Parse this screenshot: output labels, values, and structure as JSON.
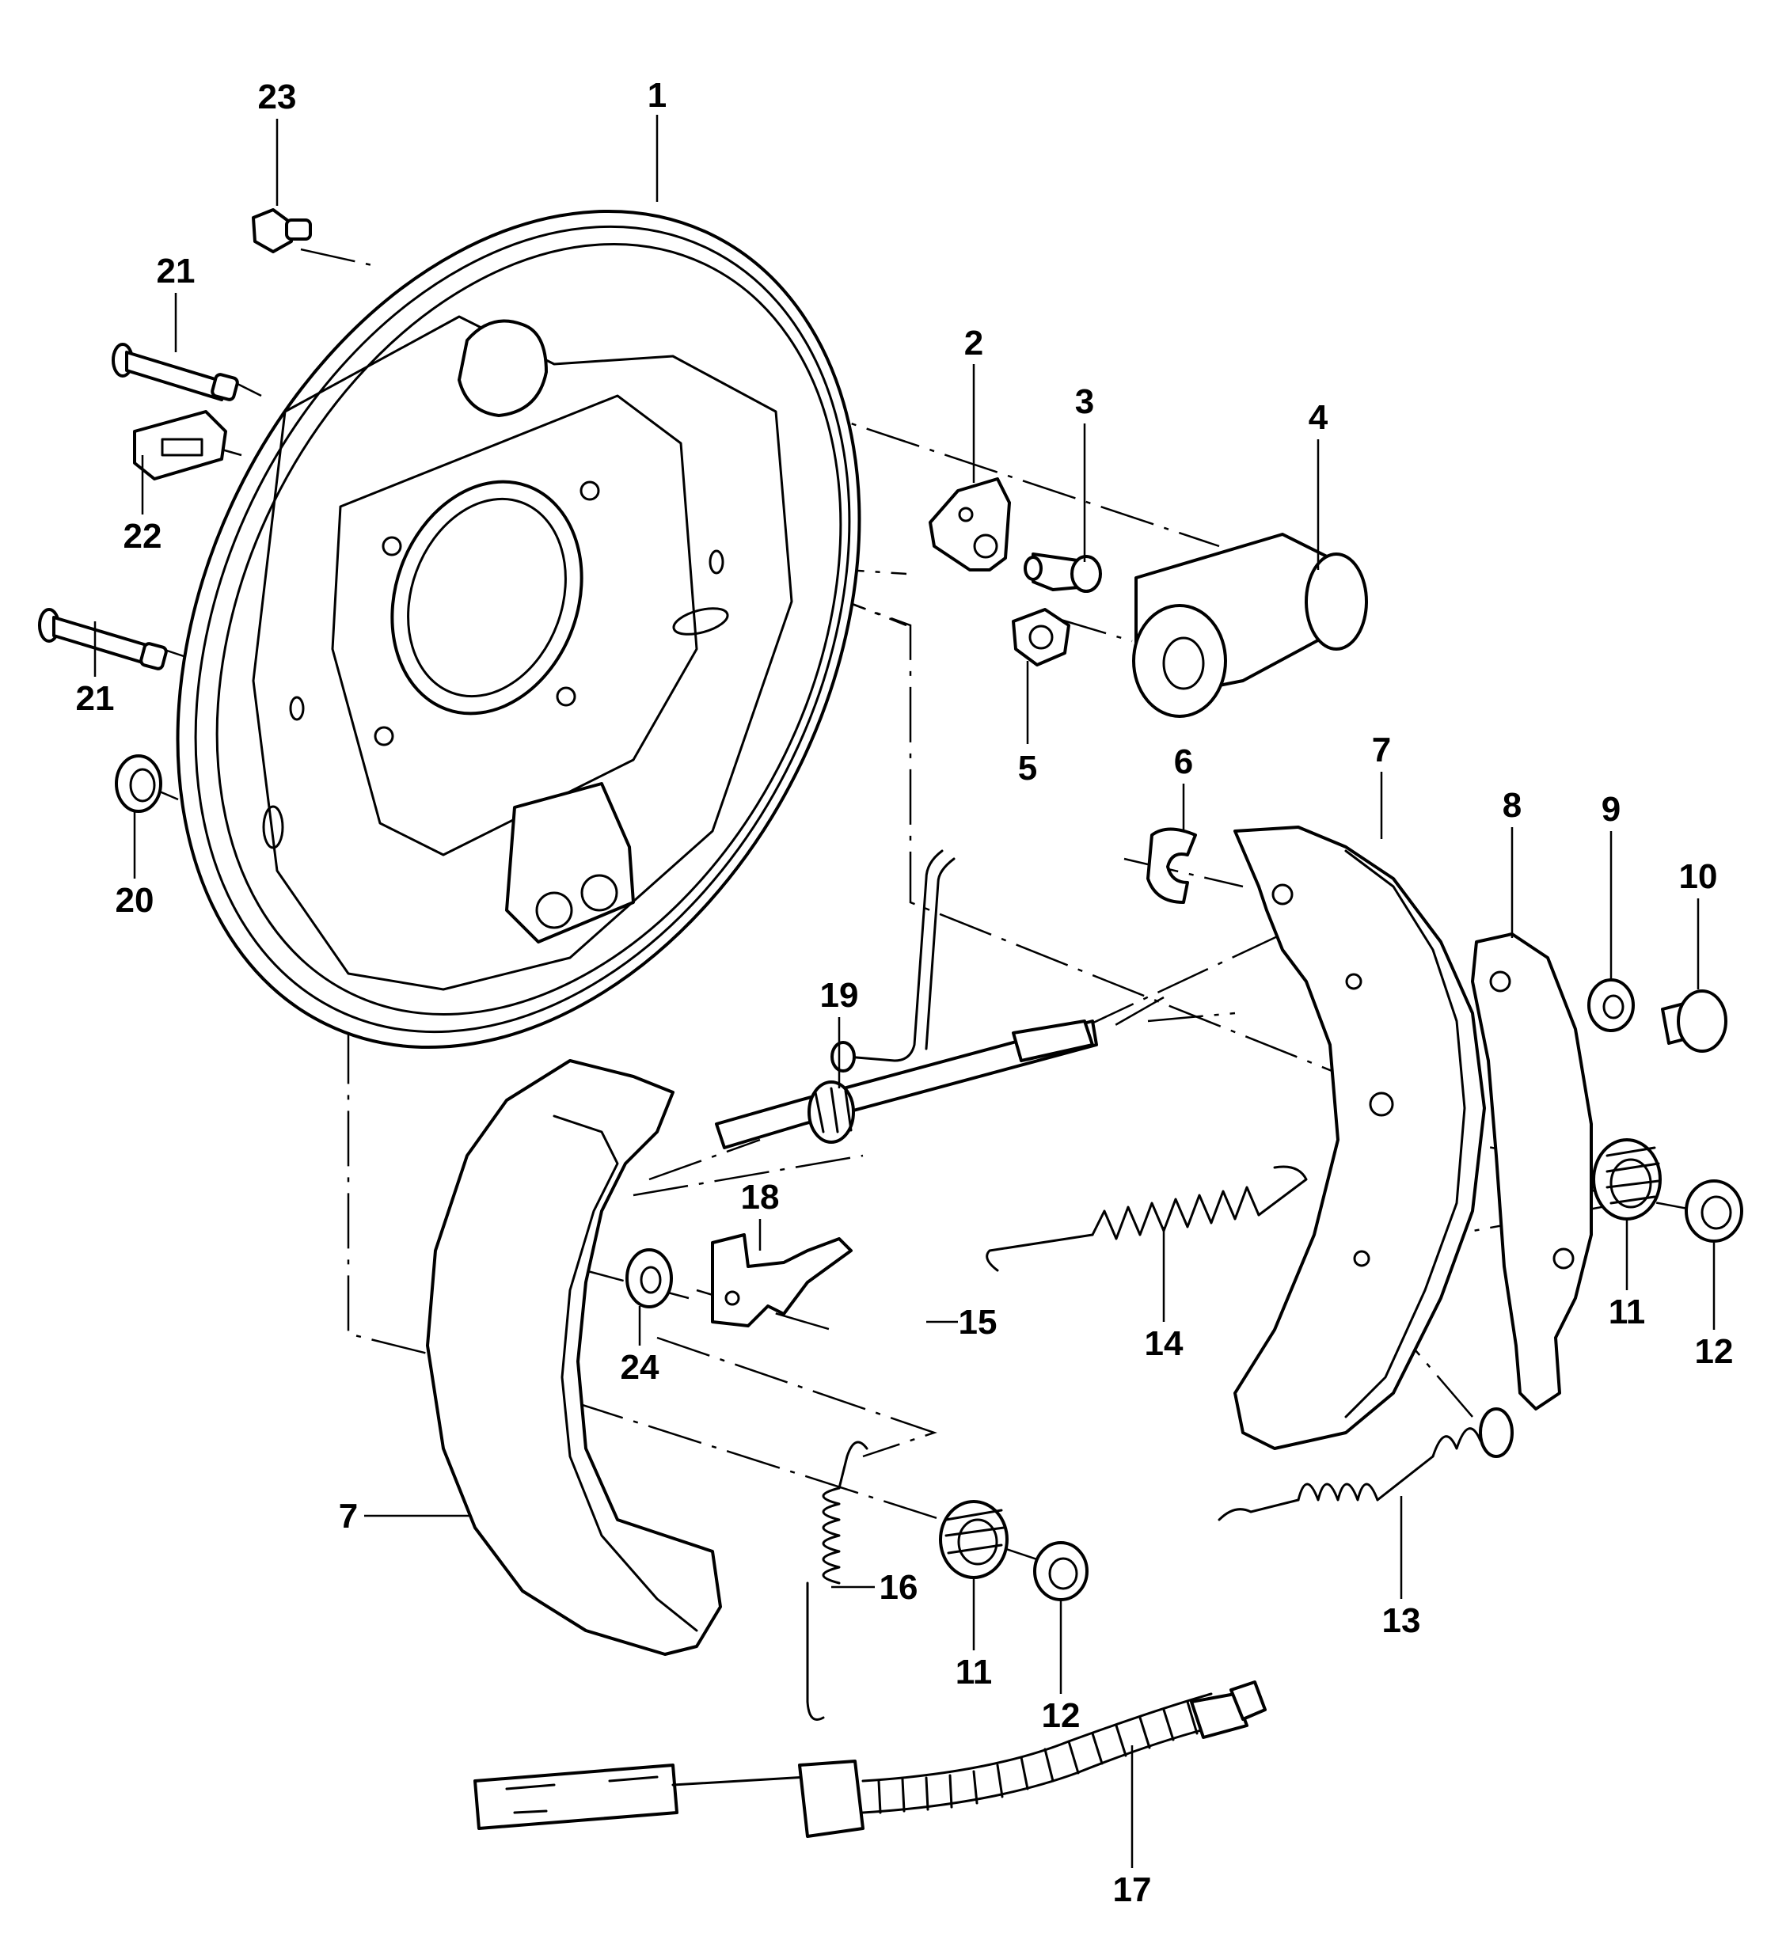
{
  "callouts": [
    {
      "id": "c1",
      "text": "1"
    },
    {
      "id": "c2",
      "text": "2"
    },
    {
      "id": "c3",
      "text": "3"
    },
    {
      "id": "c4",
      "text": "4"
    },
    {
      "id": "c5",
      "text": "5"
    },
    {
      "id": "c6",
      "text": "6"
    },
    {
      "id": "c7a",
      "text": "7"
    },
    {
      "id": "c7b",
      "text": "7"
    },
    {
      "id": "c8",
      "text": "8"
    },
    {
      "id": "c9",
      "text": "9"
    },
    {
      "id": "c10",
      "text": "10"
    },
    {
      "id": "c11a",
      "text": "11"
    },
    {
      "id": "c11b",
      "text": "11"
    },
    {
      "id": "c12a",
      "text": "12"
    },
    {
      "id": "c12b",
      "text": "12"
    },
    {
      "id": "c13",
      "text": "13"
    },
    {
      "id": "c14",
      "text": "14"
    },
    {
      "id": "c15",
      "text": "15"
    },
    {
      "id": "c16",
      "text": "16"
    },
    {
      "id": "c17",
      "text": "17"
    },
    {
      "id": "c18",
      "text": "18"
    },
    {
      "id": "c19",
      "text": "19"
    },
    {
      "id": "c20",
      "text": "20"
    },
    {
      "id": "c21a",
      "text": "21"
    },
    {
      "id": "c21b",
      "text": "21"
    },
    {
      "id": "c22",
      "text": "22"
    },
    {
      "id": "c23",
      "text": "23"
    },
    {
      "id": "c24",
      "text": "24"
    }
  ]
}
